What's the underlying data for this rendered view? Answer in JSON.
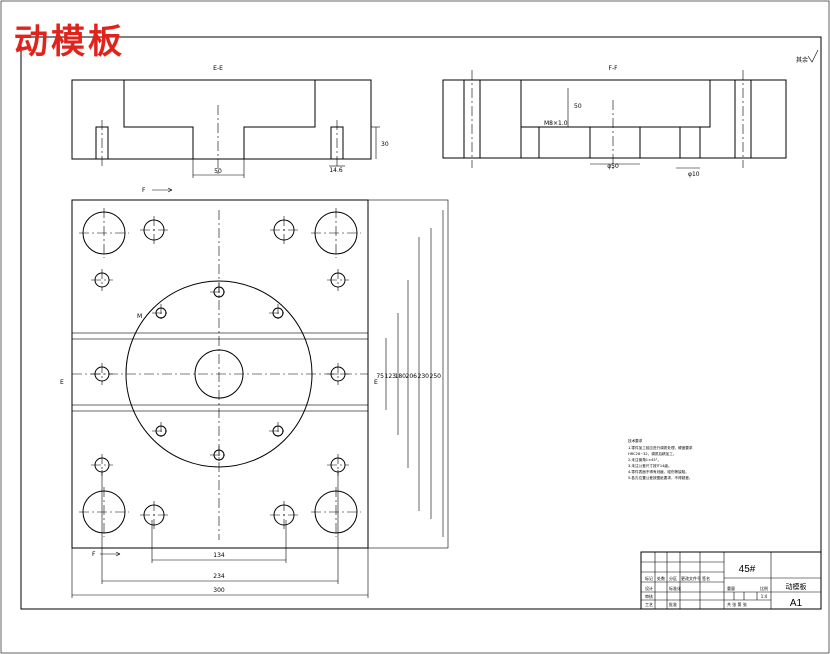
{
  "drawing_title": "动模板",
  "section_labels": {
    "left": "E-E",
    "right": "F-F"
  },
  "roughness_note": "其余",
  "dimensions": {
    "top_left_width": "50",
    "top_left_height": "30",
    "top_left_small": "14.6",
    "top_right_width": "φ50",
    "top_right_depth": "50",
    "top_right_small": "φ10",
    "top_right_tol": "M8×1.0",
    "plan_134": "134",
    "plan_234": "234",
    "plan_300": "300",
    "plan_v75": "75",
    "plan_v123": "123",
    "plan_v180": "180",
    "plan_v206": "206",
    "plan_v230": "230",
    "plan_v250": "250"
  },
  "cut_labels": {
    "e_left": "E",
    "e_right": "E",
    "f_top": "F",
    "f_bottom": "F",
    "m_label": "M"
  },
  "notes": {
    "heading": "技术要求",
    "items": [
      "1.零件加工前应进行调质处理，硬度要求",
      "  HRC28~32，调质后精加工。",
      "2.未注倒角1×45°。",
      "3.未注公差尺寸按IT14级。",
      "4.零件表面不得有划痕、碰伤等缺陷。",
      "5.各孔位置公差按图纸要求，不得超差。"
    ]
  },
  "title_block": {
    "material": "45#",
    "part_name": "动模板",
    "sheet_size": "A1",
    "scale": "1:4",
    "rows": [
      "标记",
      "处数",
      "分区",
      "更改文件号",
      "签名",
      "年月日"
    ],
    "design": "设计",
    "check": "审核",
    "standard": "标准化",
    "process": "工艺",
    "approve": "批准",
    "weight": "重量",
    "ratio": "比例",
    "sheets": "共 张 第 张"
  }
}
